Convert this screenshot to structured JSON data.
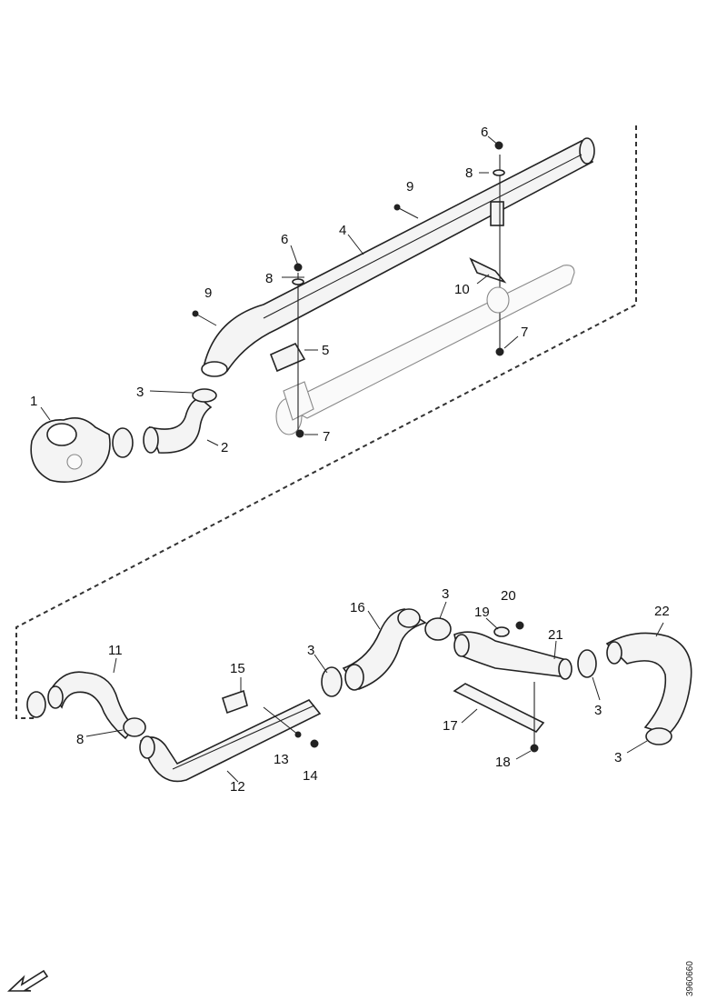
{
  "labels": {
    "l1": "1",
    "l2": "2",
    "l3a": "3",
    "l4": "4",
    "l5": "5",
    "l6a": "6",
    "l6b": "6",
    "l7a": "7",
    "l7b": "7",
    "l8a": "8",
    "l8b": "8",
    "l9a": "9",
    "l9b": "9",
    "l10": "10",
    "l11": "11",
    "l8c": "8",
    "l12": "12",
    "l13": "13",
    "l14": "14",
    "l15": "15",
    "l16": "16",
    "l3b": "3",
    "l3c": "3",
    "l17": "17",
    "l18": "18",
    "l19": "19",
    "l20": "20",
    "l21": "21",
    "l3d": "3",
    "l22": "22",
    "l3e": "3"
  },
  "drawing_id": "3960660",
  "orientation_icon": "direction-arrow-icon"
}
